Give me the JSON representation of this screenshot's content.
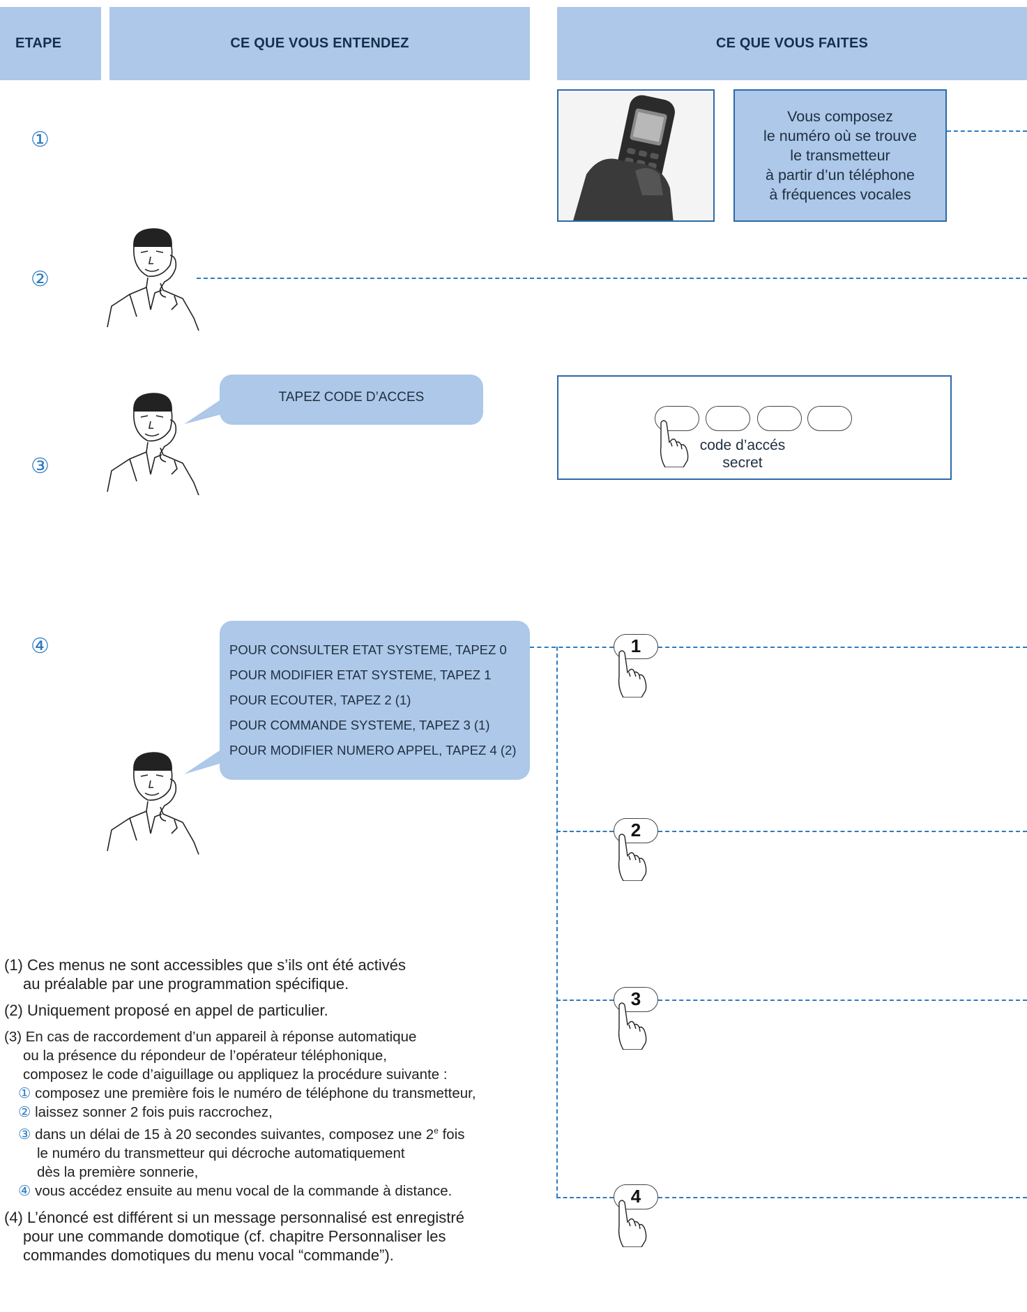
{
  "header": {
    "etape": "ETAPE",
    "hear": "CE QUE VOUS ENTENDEZ",
    "do": "CE QUE VOUS FAITES"
  },
  "steps": [
    "①",
    "②",
    "③",
    "④"
  ],
  "step1": {
    "lines": [
      "Vous composez",
      "le numéro où se trouve",
      "le transmetteur",
      "à partir d’un téléphone",
      "à fréquences vocales"
    ]
  },
  "step3": {
    "bubble": "TAPEZ CODE D’ACCES",
    "code_label_1": "code d’accés",
    "code_label_2": "secret"
  },
  "step4": {
    "menu": [
      "POUR CONSULTER ETAT SYSTEME, TAPEZ 0",
      "POUR MODIFIER ETAT SYSTEME, TAPEZ 1",
      "POUR ECOUTER, TAPEZ 2 (1)",
      "POUR COMMANDE SYSTEME, TAPEZ 3 (1)",
      "POUR MODIFIER NUMERO APPEL, TAPEZ 4 (2)"
    ],
    "keys": [
      "1",
      "2",
      "3",
      "4"
    ]
  },
  "notes": {
    "n1_a": "(1) Ces menus ne sont accessibles que s’ils ont été activés",
    "n1_b": "au préalable par une programmation spécifique.",
    "n2": "(2) Uniquement proposé en appel de particulier.",
    "n3_a": "(3) En cas de raccordement d’un appareil à réponse automatique",
    "n3_b": "ou la présence du répondeur de l’opérateur téléphonique,",
    "n3_c": "composez le code d’aiguillage ou appliquez la procédure suivante :",
    "n3_i1_num": "①",
    "n3_i1": "composez une première fois le numéro de téléphone du transmetteur,",
    "n3_i2_num": "②",
    "n3_i2": "laissez sonner 2 fois puis raccrochez,",
    "n3_i3_num": "③",
    "n3_i3": "dans un délai de 15 à 20 secondes suivantes, composez une 2",
    "n3_i3_sup": "e",
    "n3_i3_end": " fois",
    "n3_i3_b": "le numéro du transmetteur qui décroche automatiquement",
    "n3_i3_c": "dès la première sonnerie,",
    "n3_i4_num": "④",
    "n3_i4": "vous accédez ensuite au menu vocal de la commande à distance.",
    "n4_a": "(4) L’énoncé est différent si un message personnalisé est enregistré",
    "n4_b": "pour une commande domotique (cf. chapitre Personnaliser les",
    "n4_c": "commandes domotiques du menu vocal “commande”)."
  }
}
